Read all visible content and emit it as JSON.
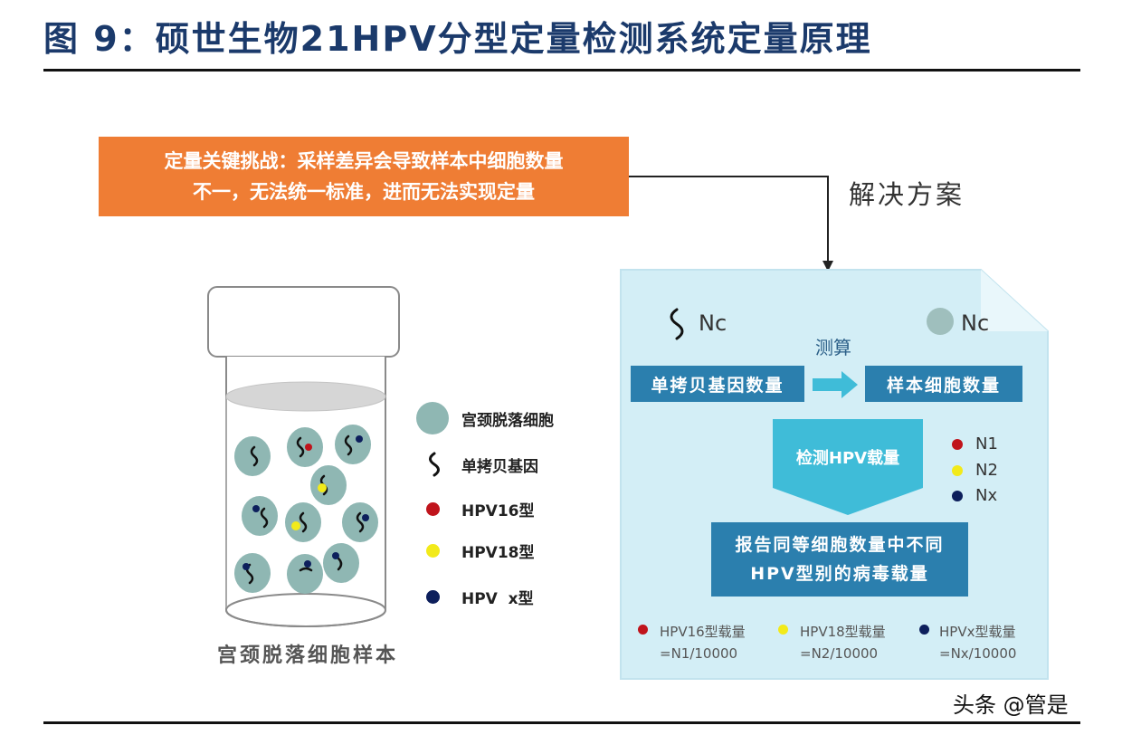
{
  "title": "图 9：硕世生物21HPV分型定量检测系统定量原理",
  "challenge": {
    "line1": "定量关键挑战：采样差异会导致样本中细胞数量",
    "line2": "不一，无法统一标准，进而无法实现定量"
  },
  "solution_label": "解决方案",
  "legend": {
    "cell": "宫颈脱落细胞",
    "gene": "单拷贝基因",
    "hpv16": "HPV16型",
    "hpv18": "HPV18型",
    "hpvx": "HPV  x型"
  },
  "jar_caption": "宫颈脱落细胞样本",
  "panel": {
    "nc_left": "Nc",
    "nc_right": "Nc",
    "calc_label": "测算",
    "single_copy": "单拷贝基因数量",
    "cell_count": "样本细胞数量",
    "detect": "检测HPV载量",
    "n1": "N1",
    "n2": "N2",
    "nx": "Nx",
    "report_line1": "报告同等细胞数量中不同",
    "report_line2": "HPV型别的病毒载量",
    "load16_line1": "HPV16型载量",
    "load16_line2": "=N1/10000",
    "load18_line1": "HPV18型载量",
    "load18_line2": "=N2/10000",
    "loadx_line1": "HPVx型载量",
    "loadx_line2": "=Nx/10000"
  },
  "watermark": "头条 @管是",
  "colors": {
    "title": "#1b3a6b",
    "challenge_bg": "#ef7d34",
    "panel_bg": "#d3eef6",
    "box_blue": "#2b7fae",
    "arrow_cyan": "#3fbcd8",
    "cell": "#8fb7b3",
    "hpv16": "#c0141c",
    "hpv18": "#f2ea1a",
    "hpvx": "#0d1f5c"
  }
}
